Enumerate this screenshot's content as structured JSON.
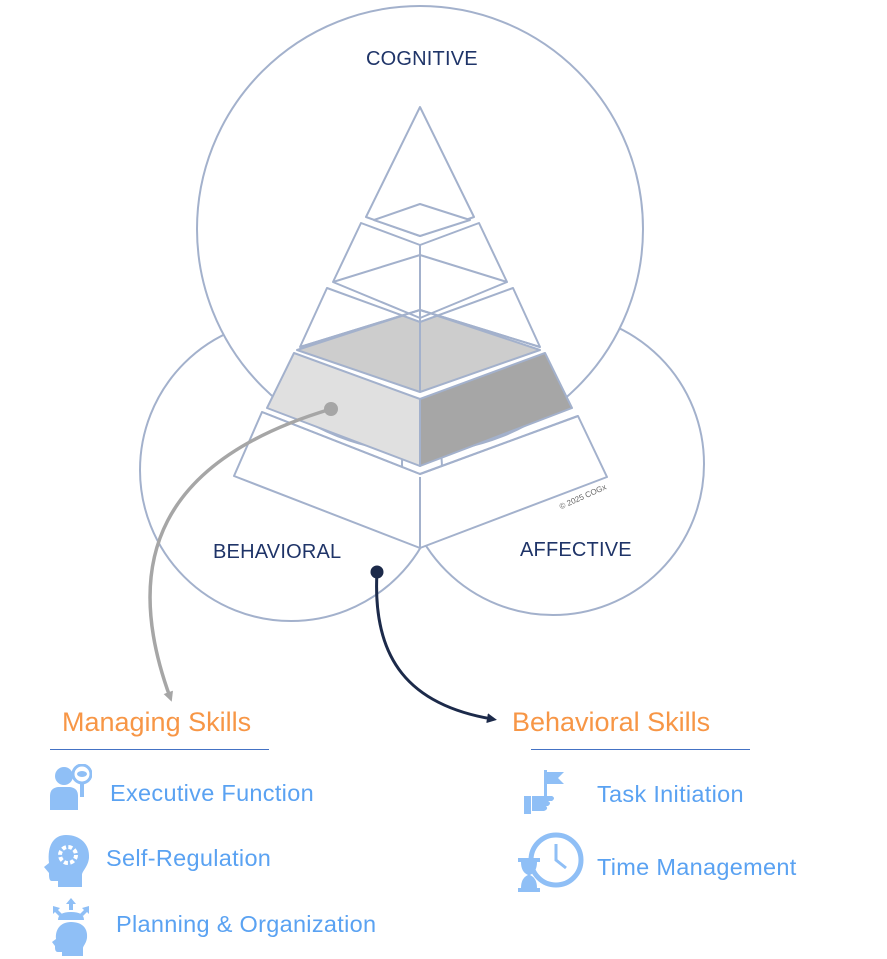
{
  "diagram": {
    "circles": [
      {
        "label": "COGNITIVE"
      },
      {
        "label": "BEHAVIORAL"
      },
      {
        "label": "AFFECTIVE"
      }
    ],
    "copyright": "© 2025 COGx",
    "colors": {
      "outline": "#a3b1cc",
      "label": "#1f3468",
      "heading": "#f79646",
      "item": "#5aa2f2",
      "icon": "#8fbff6",
      "arrow_gray": "#a6a6a6",
      "arrow_navy": "#1c2a4a"
    }
  },
  "managing": {
    "title": "Managing Skills",
    "items": [
      {
        "label": "Executive Function",
        "icon": "person-magnifier-eye-icon"
      },
      {
        "label": "Self-Regulation",
        "icon": "head-gear-icon"
      },
      {
        "label": "Planning & Organization",
        "icon": "head-arrows-icon"
      }
    ]
  },
  "behavioral": {
    "title": "Behavioral Skills",
    "items": [
      {
        "label": "Task Initiation",
        "icon": "hand-flag-icon"
      },
      {
        "label": "Time Management",
        "icon": "clock-hourglass-icon"
      }
    ]
  }
}
